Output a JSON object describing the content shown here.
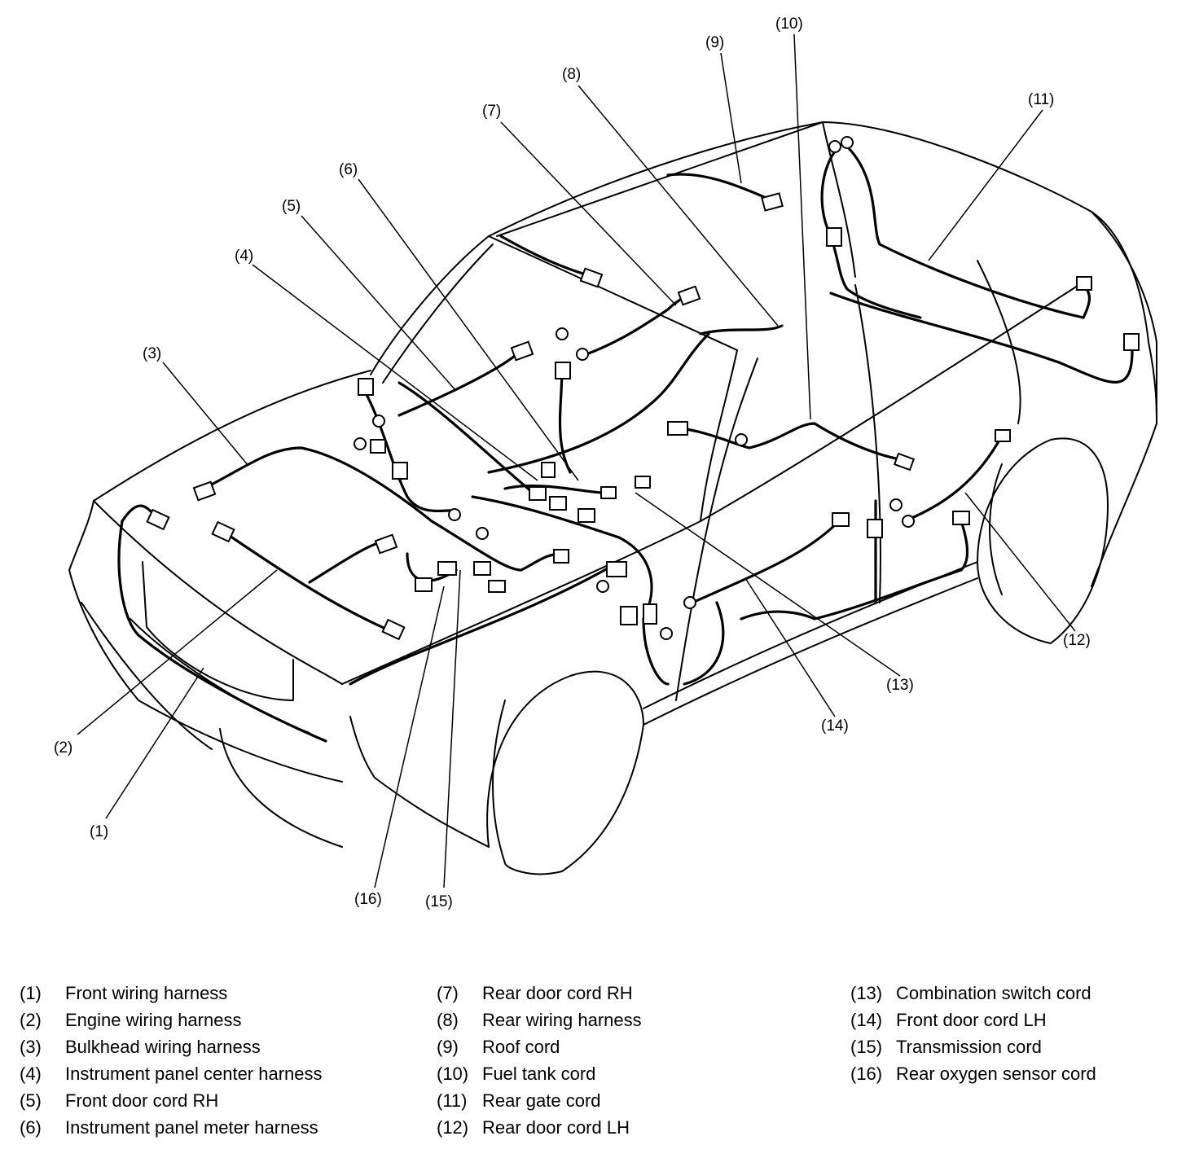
{
  "callouts": {
    "c1": "(1)",
    "c2": "(2)",
    "c3": "(3)",
    "c4": "(4)",
    "c5": "(5)",
    "c6": "(6)",
    "c7": "(7)",
    "c8": "(8)",
    "c9": "(9)",
    "c10": "(10)",
    "c11": "(11)",
    "c12": "(12)",
    "c13": "(13)",
    "c14": "(14)",
    "c15": "(15)",
    "c16": "(16)"
  },
  "legend": [
    {
      "num": "(1)",
      "label": "Front wiring harness"
    },
    {
      "num": "(2)",
      "label": "Engine wiring harness"
    },
    {
      "num": "(3)",
      "label": "Bulkhead wiring harness"
    },
    {
      "num": "(4)",
      "label": "Instrument panel center harness"
    },
    {
      "num": "(5)",
      "label": "Front door cord RH"
    },
    {
      "num": "(6)",
      "label": "Instrument panel meter harness"
    },
    {
      "num": "(7)",
      "label": "Rear door cord RH"
    },
    {
      "num": "(8)",
      "label": "Rear wiring harness"
    },
    {
      "num": "(9)",
      "label": "Roof cord"
    },
    {
      "num": "(10)",
      "label": "Fuel tank cord"
    },
    {
      "num": "(11)",
      "label": "Rear gate cord"
    },
    {
      "num": "(12)",
      "label": "Rear door cord LH"
    },
    {
      "num": "(13)",
      "label": "Combination switch cord"
    },
    {
      "num": "(14)",
      "label": "Front door cord LH"
    },
    {
      "num": "(15)",
      "label": "Transmission cord"
    },
    {
      "num": "(16)",
      "label": "Rear oxygen sensor cord"
    }
  ]
}
